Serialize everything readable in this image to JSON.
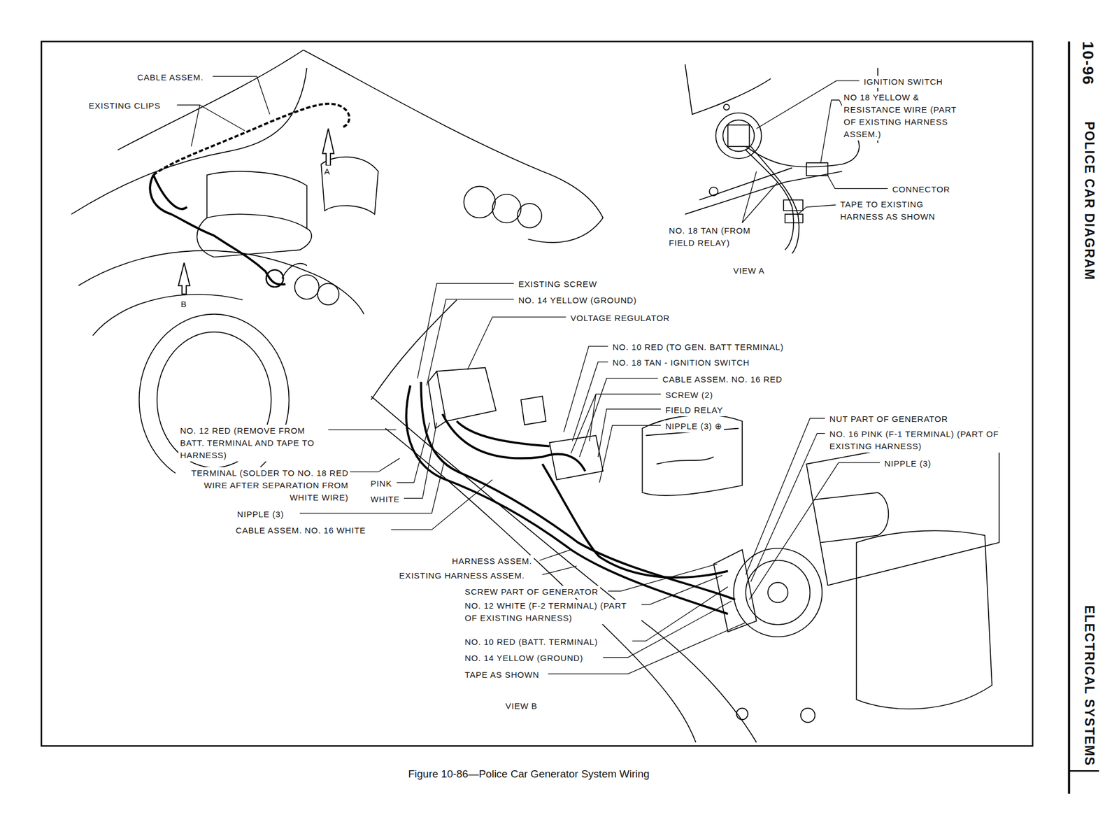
{
  "diagram": {
    "caption": "Figure 10-86—Police Car Generator System Wiring",
    "labels": [
      "10-96",
      "POLICE CAR DIAGRAM",
      "ELECTRICAL SYSTEMS",
      "CABLE ASSEM.",
      "EXISTING CLIPS",
      "A",
      "B",
      "IGNITION SWITCH",
      "NO 18 YELLOW & RESISTANCE WIRE (PART OF EXISTING HARNESS ASSEM.)",
      "CONNECTOR",
      "TAPE TO EXISTING HARNESS AS SHOWN",
      "NO. 18 TAN (FROM FIELD RELAY)",
      "VIEW A",
      "EXISTING SCREW",
      "NO. 14 YELLOW (GROUND)",
      "VOLTAGE REGULATOR",
      "NO. 10 RED (TO GEN. BATT TERMINAL)",
      "NO. 18 TAN - IGNITION SWITCH",
      "CABLE ASSEM. NO. 16 RED",
      "SCREW (2)",
      "FIELD RELAY",
      "NIPPLE (3) ⊕",
      "NUT PART OF GENERATOR",
      "NO. 16 PINK (F-1 TERMINAL) (PART OF EXISTING HARNESS)",
      "NIPPLE (3)",
      "NO. 12 RED (REMOVE FROM BATT. TERMINAL AND TAPE TO HARNESS)",
      "TERMINAL (SOLDER TO NO. 18 RED WIRE AFTER SEPARATION FROM WHITE WIRE)",
      "PINK",
      "WHITE",
      "NIPPLE (3)",
      "CABLE ASSEM. NO. 16 WHITE",
      "HARNESS ASSEM.",
      "EXISTING HARNESS ASSEM.",
      "SCREW PART OF GENERATOR",
      "NO. 12 WHITE (F-2 TERMINAL) (PART OF EXISTING HARNESS)",
      "NO. 10 RED (BATT. TERMINAL)",
      "NO. 14 YELLOW (GROUND)",
      "TAPE AS SHOWN",
      "VIEW B"
    ]
  }
}
